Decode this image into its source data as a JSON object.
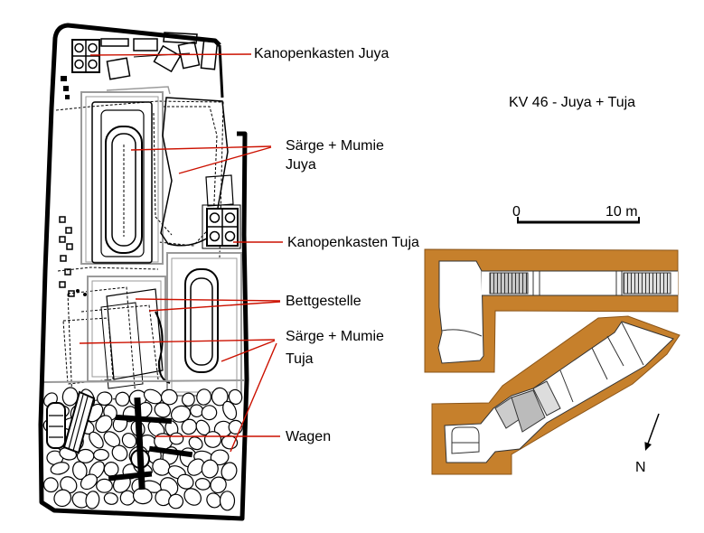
{
  "title": "KV 46 - Juya + Tuja",
  "labels": {
    "canopic_juya": "Kanopenkasten Juya",
    "coffins_juya_line1": "Särge + Mumie",
    "coffins_juya_line2": "Juya",
    "canopic_tuja": "Kanopenkasten Tuja",
    "beds": "Bettgestelle",
    "coffins_tuja_line1": "Särge + Mumie",
    "coffins_tuja_line2": "Tuja",
    "chariot": "Wagen"
  },
  "scale": {
    "start": "0",
    "end": "10 m"
  },
  "north": "N",
  "colors": {
    "leader_line": "#cc1100",
    "rock": "#c6802c",
    "outline": "#000000"
  }
}
